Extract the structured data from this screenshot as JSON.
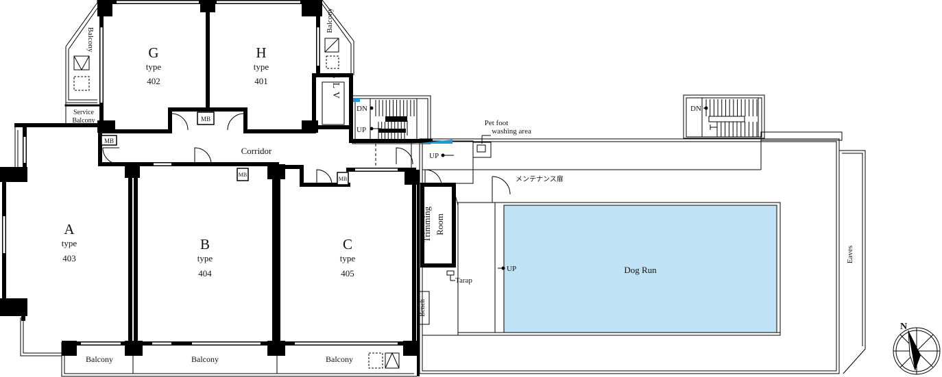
{
  "units": [
    {
      "letter": "G",
      "type": "type",
      "number": "402"
    },
    {
      "letter": "H",
      "type": "type",
      "number": "401"
    },
    {
      "letter": "A",
      "type": "type",
      "number": "403"
    },
    {
      "letter": "B",
      "type": "type",
      "number": "404"
    },
    {
      "letter": "C",
      "type": "type",
      "number": "405"
    }
  ],
  "labels": {
    "corridor": "Corridor",
    "elv": "ELV",
    "mb": "MB",
    "service_balcony_1": "Service",
    "service_balcony_2": "Balcony",
    "balcony": "Balcony",
    "dn": "DN",
    "up": "UP",
    "pet_foot_1": "Pet foot",
    "pet_foot_2": "washing area",
    "maintenance_door": "メンテナンス扉",
    "trimming_1": "Trimming",
    "trimming_2": "Room",
    "tarap": "Tarap",
    "bench": "Bench",
    "dog_run": "Dog Run",
    "eaves": "Eaves",
    "north": "N"
  },
  "colors": {
    "wall": "#000000",
    "dog_run_fill": "#bfe3f5",
    "accent": "#1f9ad6"
  }
}
